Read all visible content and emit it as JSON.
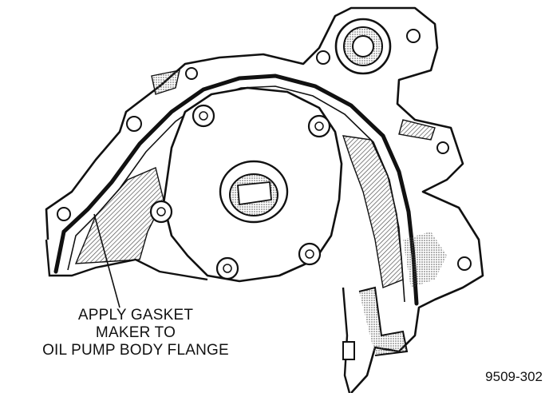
{
  "diagram": {
    "callout_lines": [
      "APPLY GASKET",
      "MAKER TO",
      "OIL PUMP BODY FLANGE"
    ],
    "figure_id": "9509-302",
    "colors": {
      "ink": "#111111",
      "hatch": "#555555",
      "paper": "#ffffff"
    }
  }
}
